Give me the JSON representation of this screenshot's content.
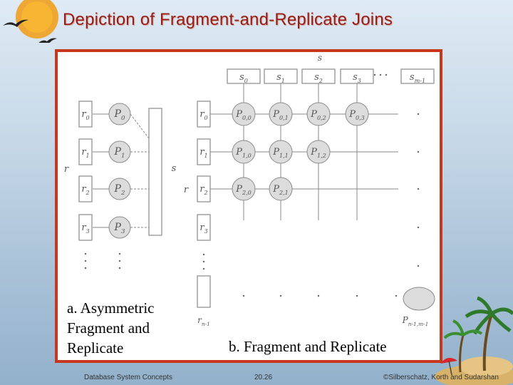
{
  "slide": {
    "title": "Depiction of Fragment-and-Replicate Joins",
    "caption_a": "a. Asymmetric\nFragment and\nReplicate",
    "caption_b": "b. Fragment and Replicate",
    "footer_left": "Database System Concepts",
    "footer_center": "20.26",
    "footer_right": "©Silberschatz, Korth and Sudarshan"
  },
  "diagram_a": {
    "r_fragments": [
      "r0",
      "r1",
      "r2",
      "r3"
    ],
    "processors": [
      "P0",
      "P1",
      "P2",
      "P3"
    ],
    "relation_r": "r",
    "relation_s": "s"
  },
  "diagram_b": {
    "relation_s": "s",
    "relation_r": "r",
    "s_fragments": [
      "s0",
      "s1",
      "s2",
      "s3",
      "sm-1"
    ],
    "r_fragments": [
      "r0",
      "r1",
      "r2",
      "r3",
      "rn-1"
    ],
    "processor_rows": [
      [
        "P0,0",
        "P0,1",
        "P0,2",
        "P0,3"
      ],
      [
        "P1,0",
        "P1,1",
        "P1,2"
      ],
      [
        "P2,0",
        "P2,1"
      ]
    ],
    "last_processor": "Pn-1, m-1"
  },
  "colors": {
    "title": "#9b1c16",
    "frame_border": "#c8361c",
    "background_top": "#dfeaf4",
    "background_bottom": "#93b1cb"
  },
  "icons": [
    "sun-logo-icon",
    "bird-icon",
    "palm-island-icon"
  ]
}
